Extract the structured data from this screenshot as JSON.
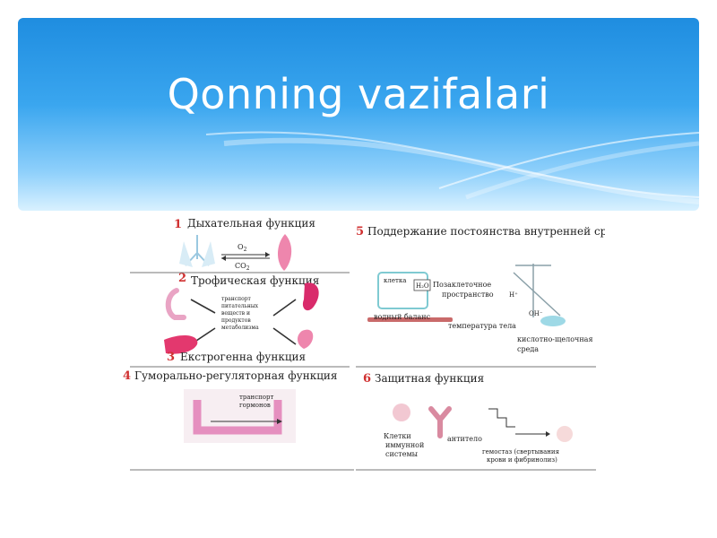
{
  "slide": {
    "title": "Qonning vazifalari"
  },
  "functions": {
    "f1": {
      "num": "1",
      "label": "Дыхательная функция",
      "o2": "O",
      "o2sub": "2",
      "co2": "CO",
      "co2sub": "2"
    },
    "f2": {
      "num": "2",
      "label": "Трофическая функция",
      "center": [
        "транспорт",
        "питательных",
        "веществ и",
        "продуктов",
        "метаболизма"
      ]
    },
    "f3": {
      "num": "3",
      "label": "Екстрогенна функция"
    },
    "f4": {
      "num": "4",
      "label": "Гуморально-регуляторная функция",
      "transport": [
        "транспорт",
        "гормонов"
      ]
    },
    "f5": {
      "num": "5",
      "label": "Поддержание постоянства внутренней среды",
      "cell": "клетка",
      "h2o": "H₂O",
      "interstitial": [
        "Позаклеточное",
        "пространство"
      ],
      "water": "водный баланс",
      "temp": "температура тела",
      "hplus": "H⁺",
      "ohminus": "OH⁻",
      "acidbase": [
        "кислотно-щелочная",
        "среда"
      ]
    },
    "f6": {
      "num": "6",
      "label": "Защитная функция",
      "cells": [
        "Клетки",
        "иммунной",
        "системы"
      ],
      "antibody": "антитело",
      "hemostasis": [
        "гемостаз (свертывания",
        "крови и фибринолиз)"
      ]
    }
  },
  "colors": {
    "number": "#d03030",
    "accent": "#e0508a",
    "line": "#555555"
  }
}
